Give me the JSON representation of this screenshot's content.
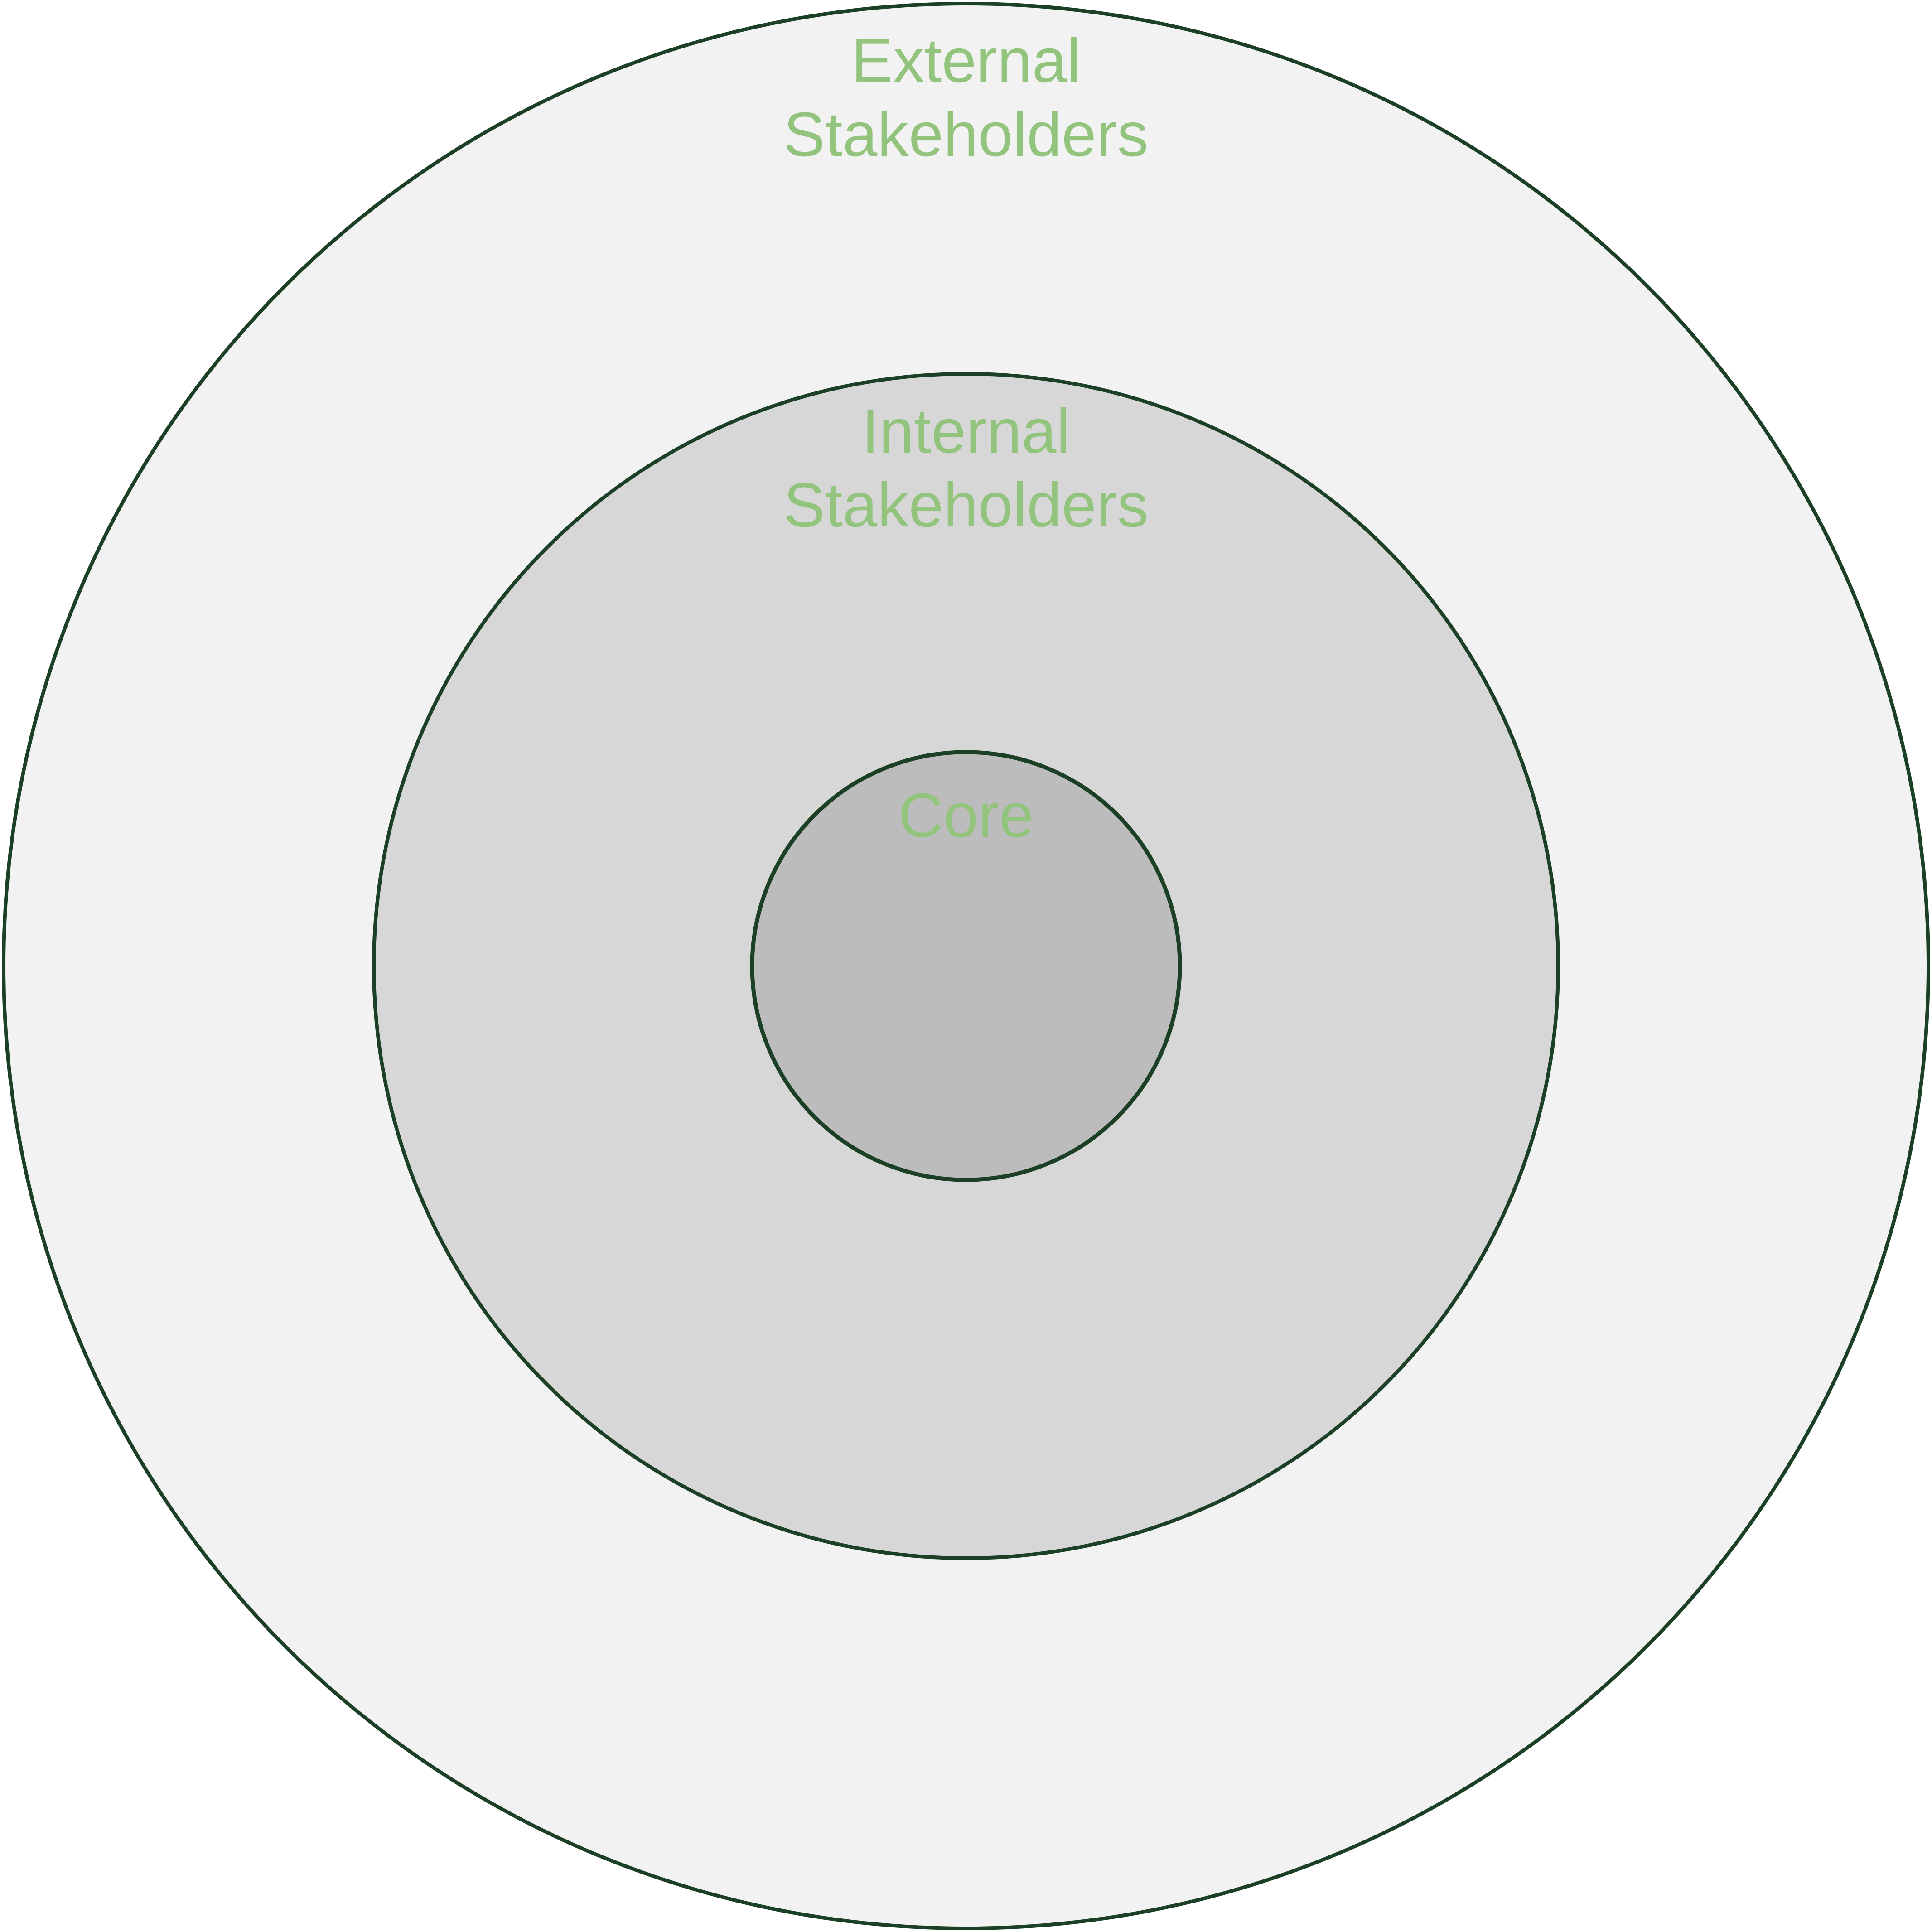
{
  "colors": {
    "background": "#ffffff",
    "outline": "#1b4025",
    "label": "#93c47d",
    "outer_fill": "#f2f2f2",
    "middle_fill": "#d7d7d7",
    "inner_fill": "#bcbcbc"
  },
  "rings": {
    "outer": {
      "label_line_1": "External",
      "label_line_2": "Stakeholders"
    },
    "middle": {
      "label_line_1": "Internal",
      "label_line_2": "Stakeholders"
    },
    "inner": {
      "label_line_1": "Core"
    }
  }
}
